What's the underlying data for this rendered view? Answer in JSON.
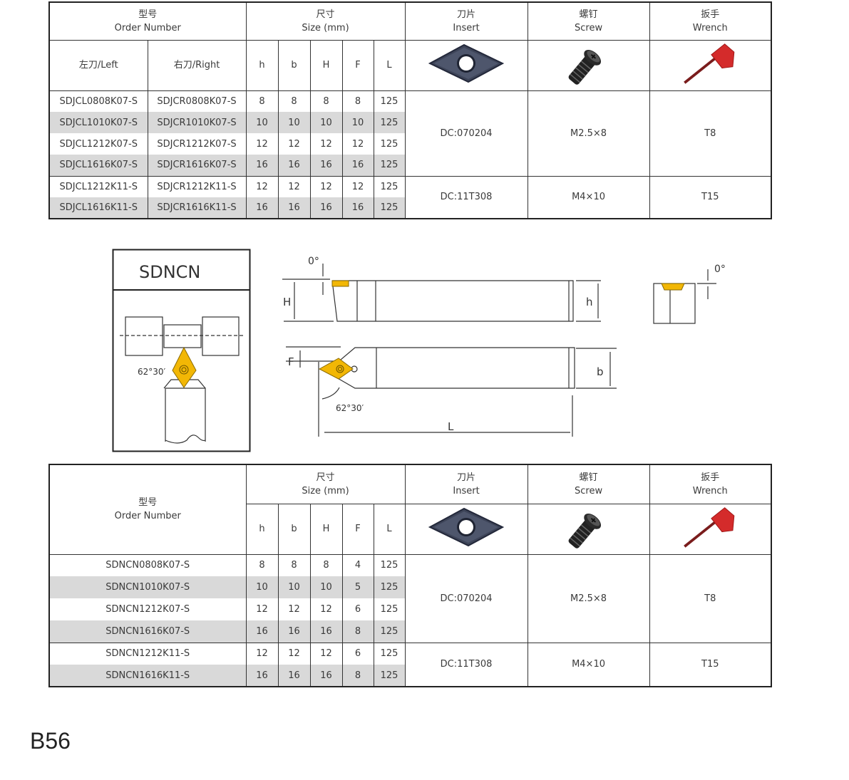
{
  "table1": {
    "order_cn": "型号",
    "order_en": "Order Number",
    "size_cn": "尺寸",
    "size_en": "Size (mm)",
    "insert_cn": "刀片",
    "insert_en": "Insert",
    "screw_cn": "螺钉",
    "screw_en": "Screw",
    "wrench_cn": "扳手",
    "wrench_en": "Wrench",
    "left": "左刀/Left",
    "right": "右刀/Right",
    "dims": [
      "h",
      "b",
      "H",
      "F",
      "L"
    ],
    "rows": [
      [
        "SDJCL0808K07-S",
        "SDJCR0808K07-S",
        "8",
        "8",
        "8",
        "8",
        "125"
      ],
      [
        "SDJCL1010K07-S",
        "SDJCR1010K07-S",
        "10",
        "10",
        "10",
        "10",
        "125"
      ],
      [
        "SDJCL1212K07-S",
        "SDJCR1212K07-S",
        "12",
        "12",
        "12",
        "12",
        "125"
      ],
      [
        "SDJCL1616K07-S",
        "SDJCR1616K07-S",
        "16",
        "16",
        "16",
        "16",
        "125"
      ],
      [
        "SDJCL1212K11-S",
        "SDJCR1212K11-S",
        "12",
        "12",
        "12",
        "12",
        "125"
      ],
      [
        "SDJCL1616K11-S",
        "SDJCR1616K11-S",
        "16",
        "16",
        "16",
        "16",
        "125"
      ]
    ],
    "groups": [
      {
        "insert": "DC:070204",
        "screw": "M2.5×8",
        "wrench": "T8"
      },
      {
        "insert": "DC:11T308",
        "screw": "M4×10",
        "wrench": "T15"
      }
    ]
  },
  "diagram": {
    "title": "SDNCN",
    "angle": "62°30′",
    "zero": "0°",
    "labels": {
      "H": "H",
      "h": "h",
      "F": "F",
      "b": "b",
      "L": "L"
    },
    "insert_color": "#f2b705"
  },
  "table2": {
    "order_cn": "型号",
    "order_en": "Order Number",
    "size_cn": "尺寸",
    "size_en": "Size (mm)",
    "insert_cn": "刀片",
    "insert_en": "Insert",
    "screw_cn": "螺钉",
    "screw_en": "Screw",
    "wrench_cn": "扳手",
    "wrench_en": "Wrench",
    "dims": [
      "h",
      "b",
      "H",
      "F",
      "L"
    ],
    "rows": [
      [
        "SDNCN0808K07-S",
        "8",
        "8",
        "8",
        "4",
        "125"
      ],
      [
        "SDNCN1010K07-S",
        "10",
        "10",
        "10",
        "5",
        "125"
      ],
      [
        "SDNCN1212K07-S",
        "12",
        "12",
        "12",
        "6",
        "125"
      ],
      [
        "SDNCN1616K07-S",
        "16",
        "16",
        "16",
        "8",
        "125"
      ],
      [
        "SDNCN1212K11-S",
        "12",
        "12",
        "12",
        "6",
        "125"
      ],
      [
        "SDNCN1616K11-S",
        "16",
        "16",
        "16",
        "8",
        "125"
      ]
    ],
    "groups": [
      {
        "insert": "DC:070204",
        "screw": "M2.5×8",
        "wrench": "T8"
      },
      {
        "insert": "DC:11T308",
        "screw": "M4×10",
        "wrench": "T15"
      }
    ]
  },
  "page_number": "B56"
}
